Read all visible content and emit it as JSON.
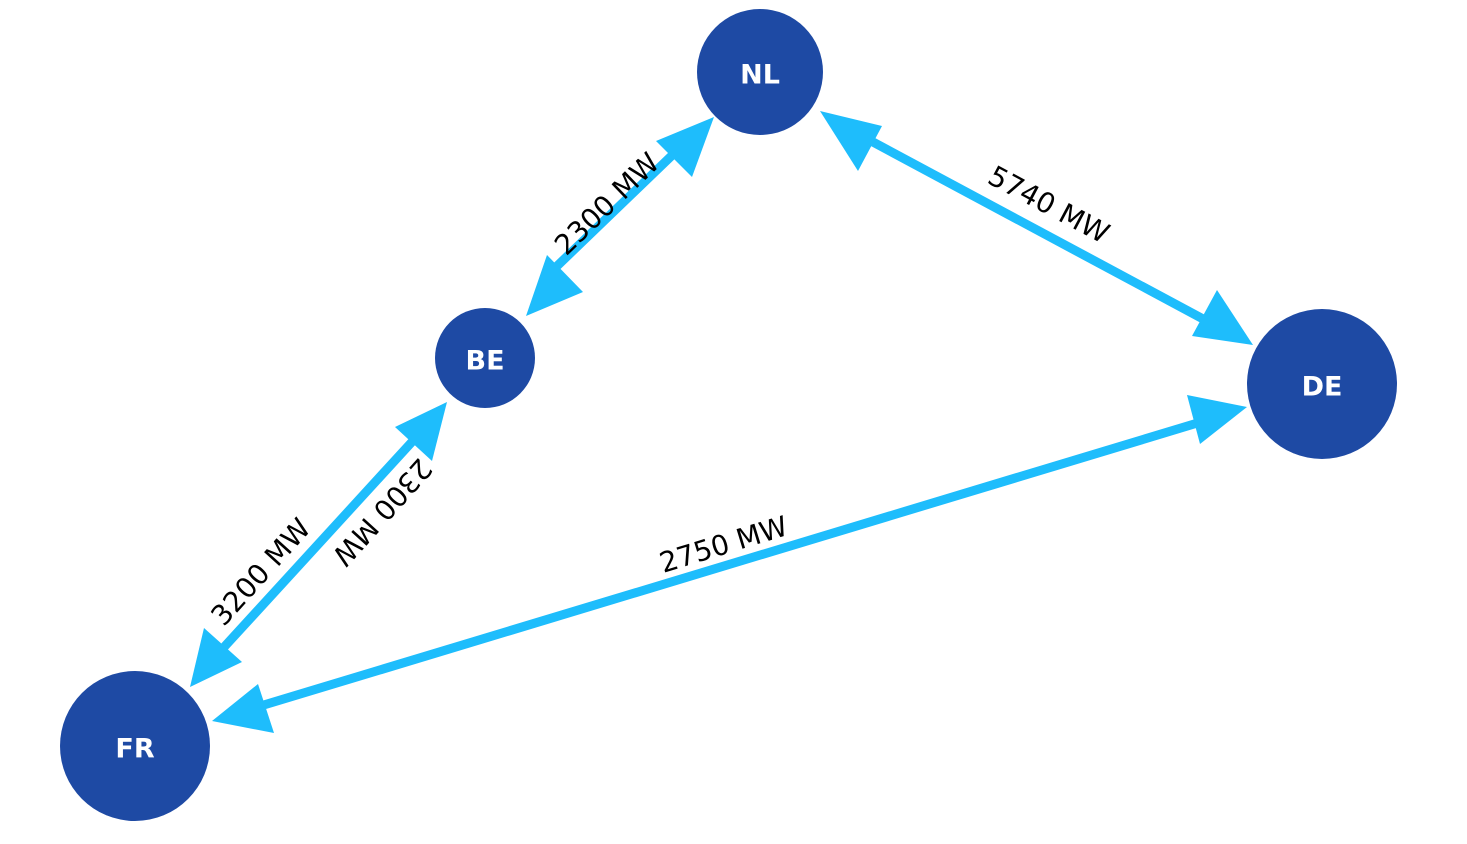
{
  "nodes": [
    {
      "id": "nl",
      "label": "NL"
    },
    {
      "id": "be",
      "label": "BE"
    },
    {
      "id": "de",
      "label": "DE"
    },
    {
      "id": "fr",
      "label": "FR"
    }
  ],
  "edges": [
    {
      "id": "be-nl-forward",
      "from": "BE",
      "to": "NL",
      "label": "2300 MW"
    },
    {
      "id": "nl-be-backward",
      "from": "NL",
      "to": "BE",
      "label": ""
    },
    {
      "id": "nl-de",
      "from": "NL",
      "to": "DE",
      "label": "5740 MW"
    },
    {
      "id": "de-nl",
      "from": "DE",
      "to": "NL",
      "label": ""
    },
    {
      "id": "fr-be",
      "from": "FR",
      "to": "BE",
      "label": "2300 MW"
    },
    {
      "id": "be-fr",
      "from": "BE",
      "to": "FR",
      "label": "3200 MW"
    },
    {
      "id": "fr-de",
      "from": "FR",
      "to": "DE",
      "label": "2750 MW"
    },
    {
      "id": "de-fr",
      "from": "DE",
      "to": "FR",
      "label": ""
    }
  ],
  "colors": {
    "node_fill": "#1e4aa4",
    "node_text": "#ffffff",
    "edge": "#1ebdfc",
    "edge_label": "#000000"
  }
}
